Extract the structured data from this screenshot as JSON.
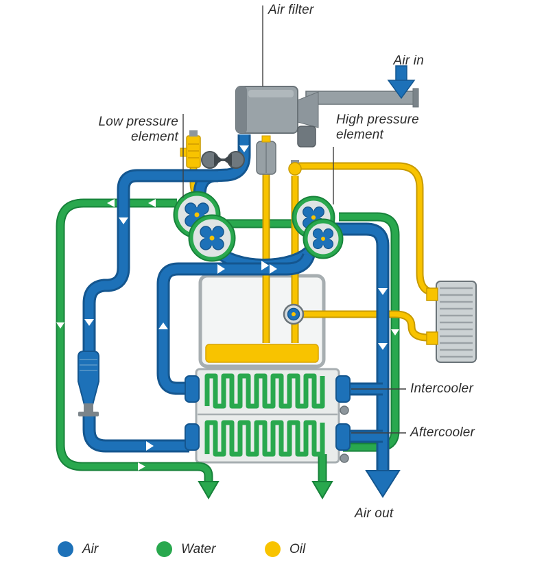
{
  "labels": {
    "air_filter": "Air filter",
    "air_in": "Air in",
    "low_pressure_element": "Low pressure element",
    "high_pressure_element": "High pressure element",
    "intercooler": "Intercooler",
    "aftercooler": "Aftercooler",
    "air_out": "Air out"
  },
  "legend": {
    "items": [
      {
        "label": "Air",
        "color": "#1d71b8"
      },
      {
        "label": "Water",
        "color": "#29a84e"
      },
      {
        "label": "Oil",
        "color": "#f8c300"
      }
    ]
  },
  "colors": {
    "air": "#1d71b8",
    "air_dark": "#14568f",
    "water": "#29a84e",
    "water_dark": "#17823a",
    "oil": "#f8c300",
    "oil_dark": "#c79a00",
    "metal": "#97a0a5"
  }
}
